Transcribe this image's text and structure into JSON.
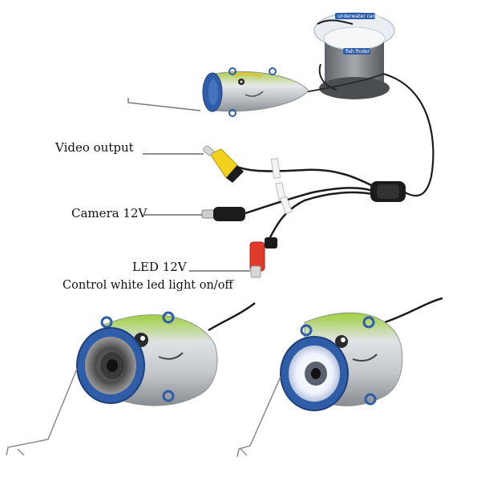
{
  "labels": {
    "video_output": "Video output",
    "camera_power": "Camera 12V",
    "led_power": "LED 12V",
    "led_control": "Control white led light on/off"
  },
  "spool": {
    "brand_text": "underwater camera",
    "tag_text": "fish finder"
  },
  "colors": {
    "rim_blue": "#2f5da8",
    "video_plug": "#f2d21c",
    "led_plug": "#e23a2a",
    "cable": "#1b1b1b",
    "body_silver": "#c8ccd0",
    "fish_green": "#9ccd3a"
  }
}
